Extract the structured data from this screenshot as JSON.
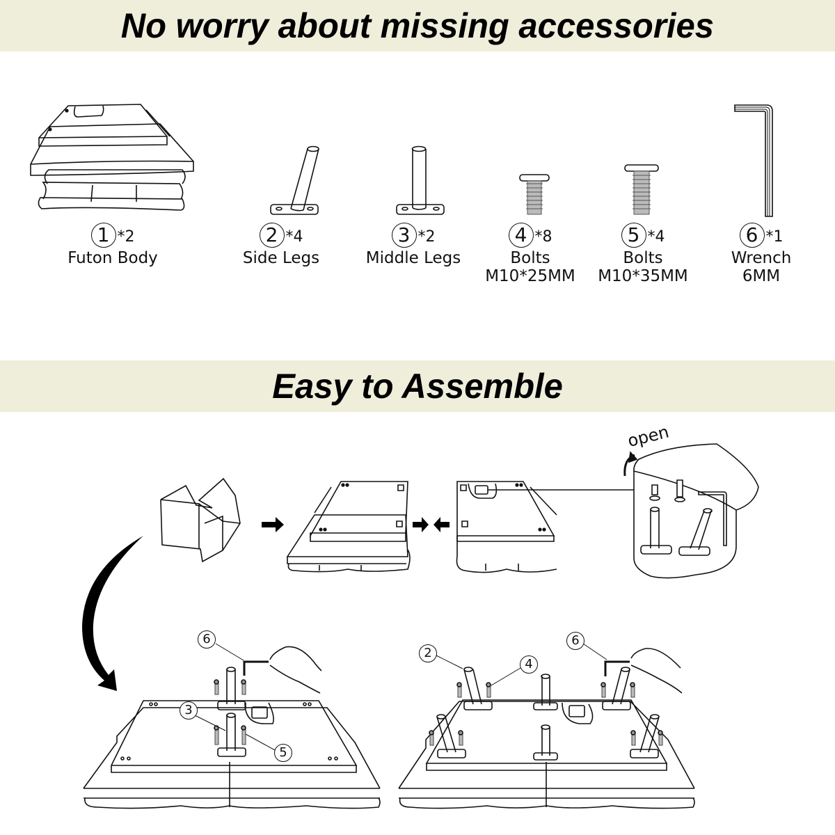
{
  "sections": {
    "accessories_title": "No worry about missing accessories",
    "assembly_title": "Easy to Assemble"
  },
  "parts": [
    {
      "number": "1",
      "quantity": "*2",
      "name": "Futon Body",
      "spec": ""
    },
    {
      "number": "2",
      "quantity": "*4",
      "name": "Side Legs",
      "spec": ""
    },
    {
      "number": "3",
      "quantity": "*2",
      "name": "Middle Legs",
      "spec": ""
    },
    {
      "number": "4",
      "quantity": "*8",
      "name": "Bolts",
      "spec": "M10*25MM"
    },
    {
      "number": "5",
      "quantity": "*4",
      "name": "Bolts",
      "spec": "M10*35MM"
    },
    {
      "number": "6",
      "quantity": "*1",
      "name": "Wrench",
      "spec": "6MM"
    }
  ],
  "assembly": {
    "open_label": "open",
    "step_left_callouts": [
      "6",
      "3",
      "5"
    ],
    "step_right_callouts": [
      "2",
      "4",
      "6"
    ]
  },
  "colors": {
    "band_background": "#efeedb",
    "text": "#000000",
    "line_art": "#111111"
  }
}
